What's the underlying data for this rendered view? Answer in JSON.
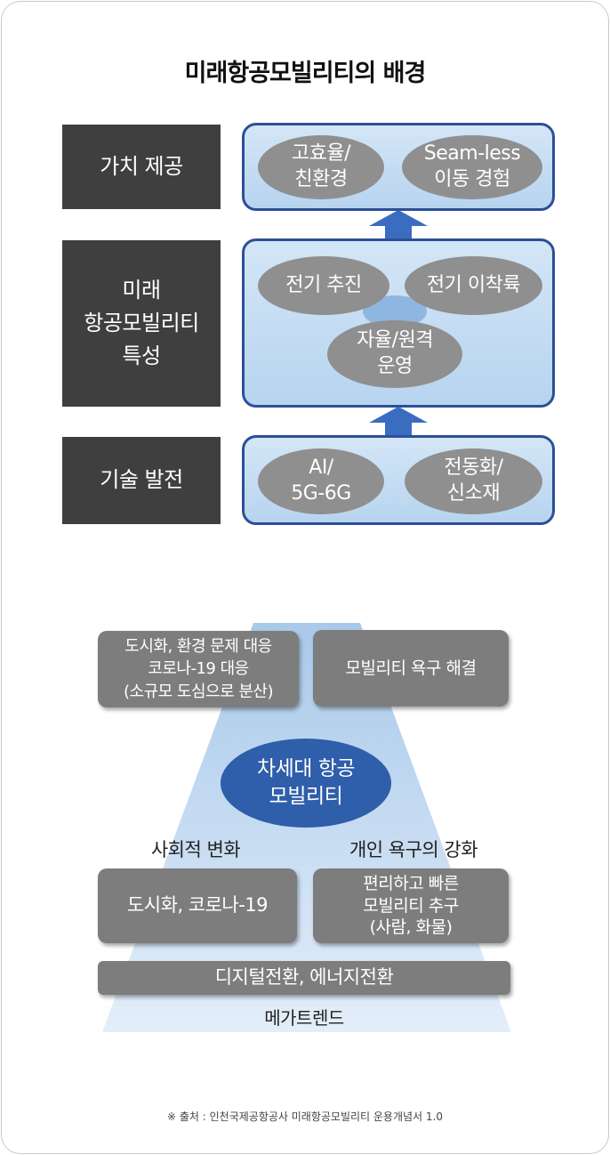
{
  "title": "미래항공모빌리티의 배경",
  "top_diagram": {
    "rows": [
      {
        "label": "가치 제공",
        "items": [
          "고효율/\n친환경",
          "Seam-less\n이동 경험"
        ]
      },
      {
        "label": "미래\n항공모빌리티\n특성",
        "items": [
          "전기 추진",
          "전기 이착륙",
          "자율/원격\n운영"
        ]
      },
      {
        "label": "기술 발전",
        "items": [
          "AI/\n5G-6G",
          "전동화/\n신소재"
        ]
      }
    ],
    "colors": {
      "label_bg": "#3f3f3f",
      "panel_border": "#2d4f98",
      "panel_fill": "#c6ddf3",
      "ellipse": "#8f8f8f",
      "arrow": "#3a6cc0"
    }
  },
  "bottom_diagram": {
    "top_left": "도시화, 환경 문제 대응\n코로나-19 대응\n(소규모 도심으로 분산)",
    "top_right": "모빌리티 욕구 해결",
    "center": "차세대 항공\n모빌리티",
    "left_heading": "사회적 변화",
    "right_heading": "개인 욕구의 강화",
    "mid_left": "도시화, 코로나-19",
    "mid_right": "편리하고 빠른\n모빌리티 추구\n(사람, 화물)",
    "bar": "디지털전환, 에너지전환",
    "base": "메가트렌드",
    "colors": {
      "box": "#7d7d7d",
      "center_oval": "#2f5eaa",
      "trapezoid_top": "#a9c9ea",
      "trapezoid_bottom": "#e3eef9"
    }
  },
  "source": "※ 출처 : 인천국제공항공사 미래항공모빌리티 운용개념서 1.0"
}
